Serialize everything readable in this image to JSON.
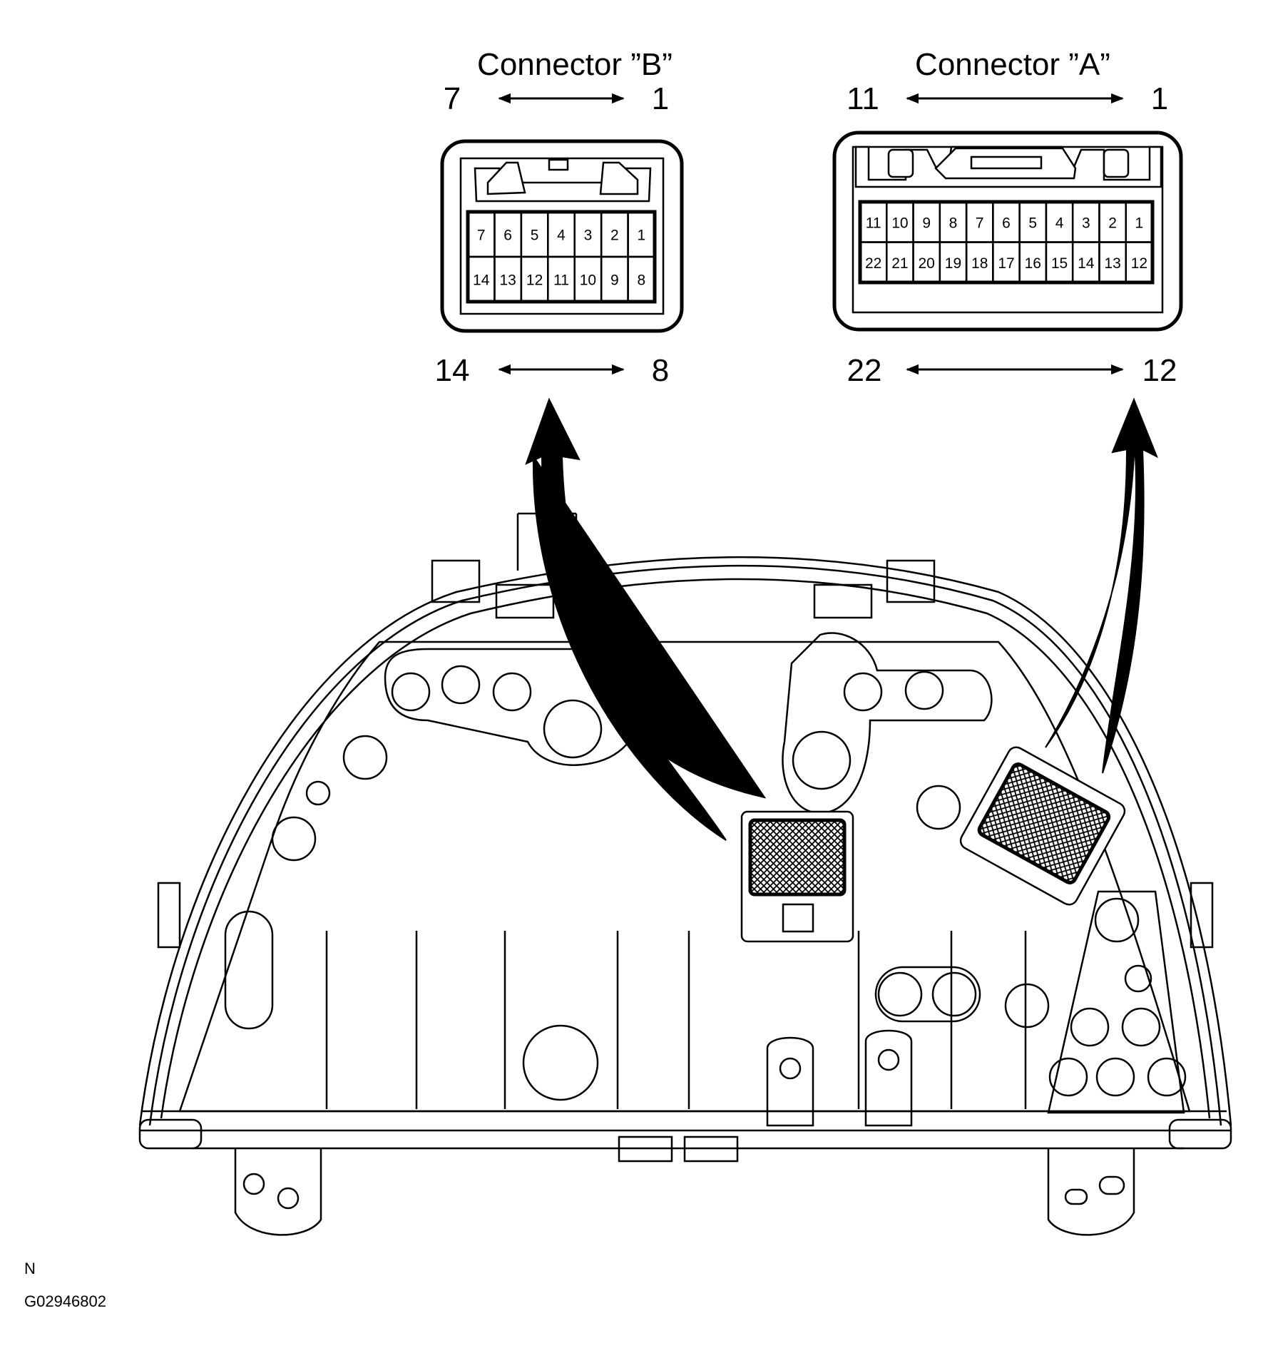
{
  "connector_b": {
    "title": "Connector ”B”",
    "top_left": "7",
    "top_right": "1",
    "bottom_left": "14",
    "bottom_right": "8",
    "row1": [
      "7",
      "6",
      "5",
      "4",
      "3",
      "2",
      "1"
    ],
    "row2": [
      "14",
      "13",
      "12",
      "11",
      "10",
      "9",
      "8"
    ]
  },
  "connector_a": {
    "title": "Connector ”A”",
    "top_left": "11",
    "top_right": "1",
    "bottom_left": "22",
    "bottom_right": "12",
    "row1": [
      "11",
      "10",
      "9",
      "8",
      "7",
      "6",
      "5",
      "4",
      "3",
      "2",
      "1"
    ],
    "row2": [
      "22",
      "21",
      "20",
      "19",
      "18",
      "17",
      "16",
      "15",
      "14",
      "13",
      "12"
    ]
  },
  "footer": {
    "mark": "N",
    "code": "G02946802"
  },
  "colors": {
    "ink": "#000000",
    "paper": "#ffffff"
  }
}
